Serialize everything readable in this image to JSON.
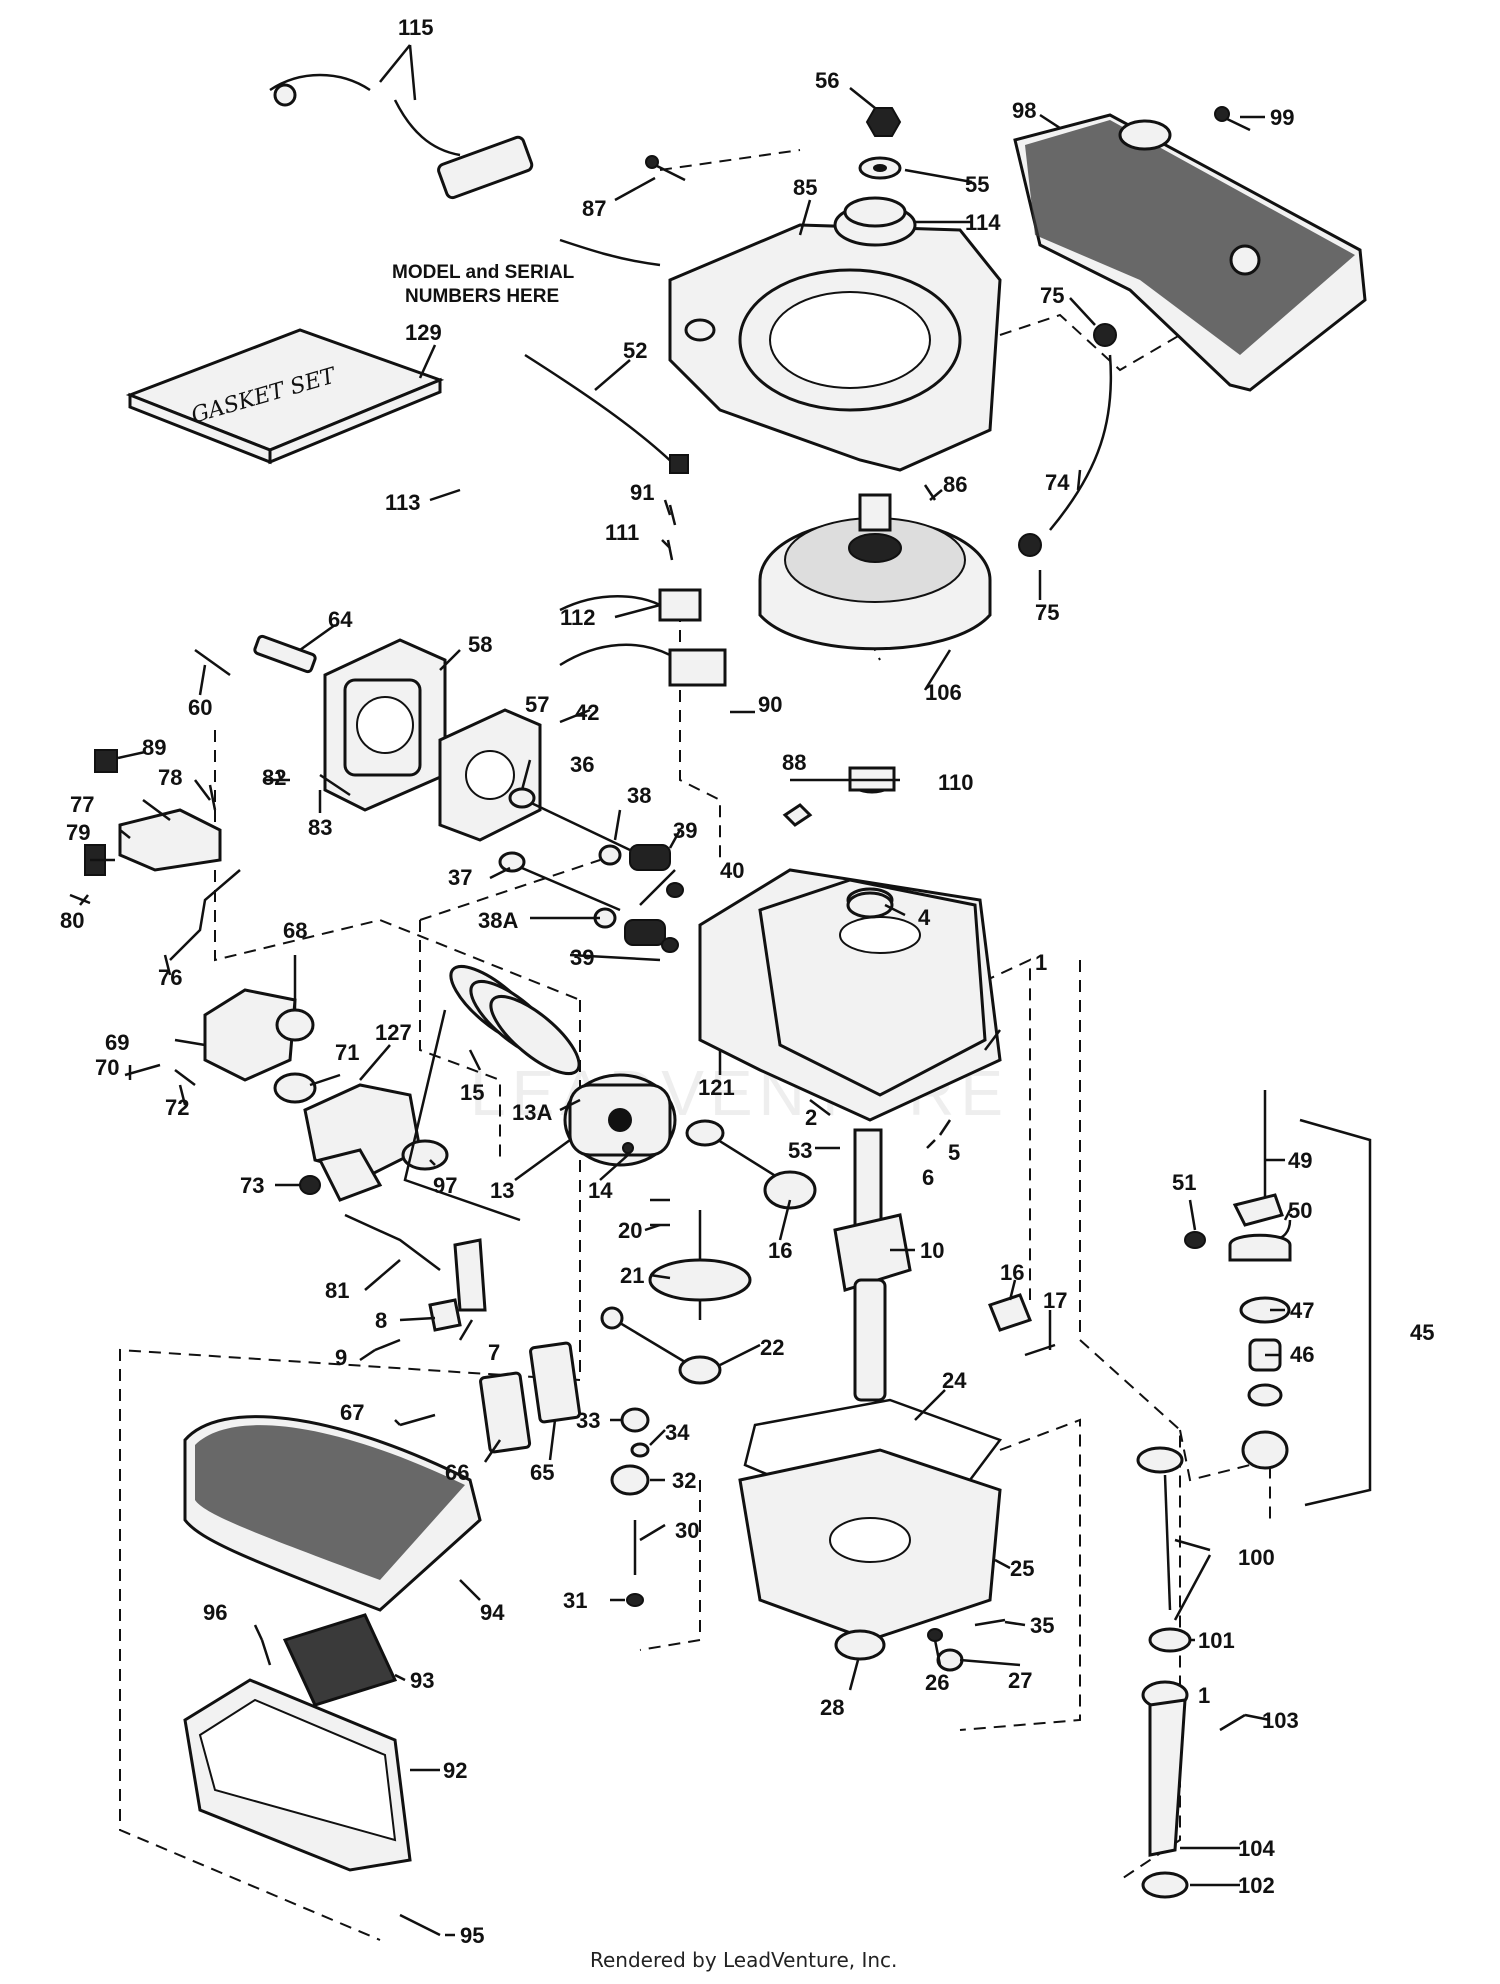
{
  "title_note_line1": "MODEL and SERIAL",
  "title_note_line2": "NUMBERS HERE",
  "gasket_set_text": "GASKET SET",
  "footer": "Rendered by LeadVenture, Inc.",
  "watermark": "LEADVENTURE",
  "callouts": {
    "c115": "115",
    "c56": "56",
    "c98": "98",
    "c99": "99",
    "c87": "87",
    "c85": "85",
    "c55": "55",
    "c114": "114",
    "c129": "129",
    "c75a": "75",
    "c52": "52",
    "c74": "74",
    "c113": "113",
    "c91": "91",
    "c86": "86",
    "c111": "111",
    "c75b": "75",
    "c112": "112",
    "c64": "64",
    "c58": "58",
    "c60": "60",
    "c42": "42",
    "c90": "90",
    "c106": "106",
    "c57": "57",
    "c89": "89",
    "c78": "78",
    "c82": "82",
    "c88": "88",
    "c110": "110",
    "c36": "36",
    "c77": "77",
    "c83": "83",
    "c79": "79",
    "c38": "38",
    "c39a": "39",
    "c37": "37",
    "c40": "40",
    "c80": "80",
    "c4": "4",
    "c38a": "38A",
    "c76": "76",
    "c68": "68",
    "c39b": "39",
    "c1": "1",
    "c69": "69",
    "c127": "127",
    "c70": "70",
    "c71": "71",
    "c15": "15",
    "c121": "121",
    "c72": "72",
    "c13a": "13A",
    "c2": "2",
    "c5": "5",
    "c53": "53",
    "c6": "6",
    "c73": "73",
    "c97": "97",
    "c13": "13",
    "c14": "14",
    "c49": "49",
    "c51": "51",
    "c50": "50",
    "c20": "20",
    "c16a": "16",
    "c10": "10",
    "c81": "81",
    "c21": "21",
    "c16b": "16",
    "c17": "17",
    "c47": "47",
    "c45": "45",
    "c8": "8",
    "c7": "7",
    "c22": "22",
    "c46": "46",
    "c9": "9",
    "c24": "24",
    "c67": "67",
    "c33": "33",
    "c34": "34",
    "c66": "66",
    "c65": "65",
    "c32": "32",
    "c30": "30",
    "c100": "100",
    "c25": "25",
    "c31": "31",
    "c94": "94",
    "c96": "96",
    "c35": "35",
    "c101": "101",
    "c93": "93",
    "c26": "26",
    "c27": "27",
    "c28": "28",
    "c1b": "1",
    "c103": "103",
    "c92": "92",
    "c104": "104",
    "c102": "102",
    "c95": "95"
  }
}
